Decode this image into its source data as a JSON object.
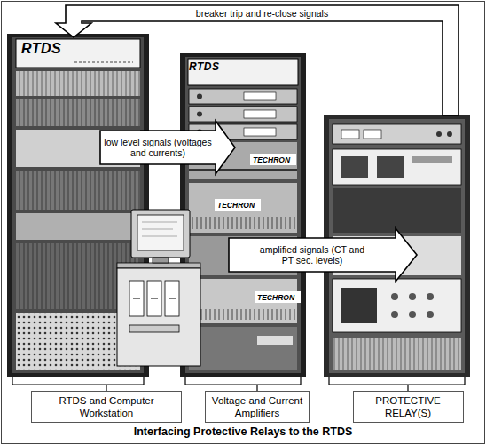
{
  "diagram": {
    "title": "Interfacing Protective Relays to the RTDS",
    "nodes": [
      {
        "text": [
          "RTDS"
        ]
      },
      {
        "text": [
          "RTDS",
          "TECHRON",
          "TECHRON",
          "TECHRON"
        ]
      },
      {
        "text": []
      },
      {
        "text": [
          "RTDS and Computer Workstation"
        ]
      },
      {
        "text": [
          "Voltage and Current Amplifiers"
        ]
      },
      {
        "text": [
          "PROTECTIVE RELAY(S)"
        ]
      }
    ],
    "edges": [
      {
        "from": 0,
        "to": 1,
        "label": "low level signals (voltages and currents)",
        "arrow": "to"
      },
      {
        "from": 1,
        "to": 2,
        "label": "amplified signals (CT and PT sec. levels)",
        "arrow": "to"
      },
      {
        "from": 2,
        "to": 0,
        "label": "breaker trip and re-close signals",
        "arrow": "to"
      },
      {
        "from": 0,
        "to": 3,
        "arrow": "none"
      },
      {
        "from": 1,
        "to": 4,
        "arrow": "none"
      },
      {
        "from": 2,
        "to": 5,
        "arrow": "none"
      }
    ]
  }
}
